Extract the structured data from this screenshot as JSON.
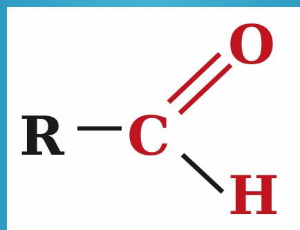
{
  "structure": {
    "r_group": "R",
    "carbon": "C",
    "oxygen": "O",
    "hydrogen": "H"
  },
  "colors": {
    "frame": "#3aa8c8",
    "background": "#fefefe",
    "r_group": "#1a1a1a",
    "aldehyde_group": "#c0141e"
  }
}
